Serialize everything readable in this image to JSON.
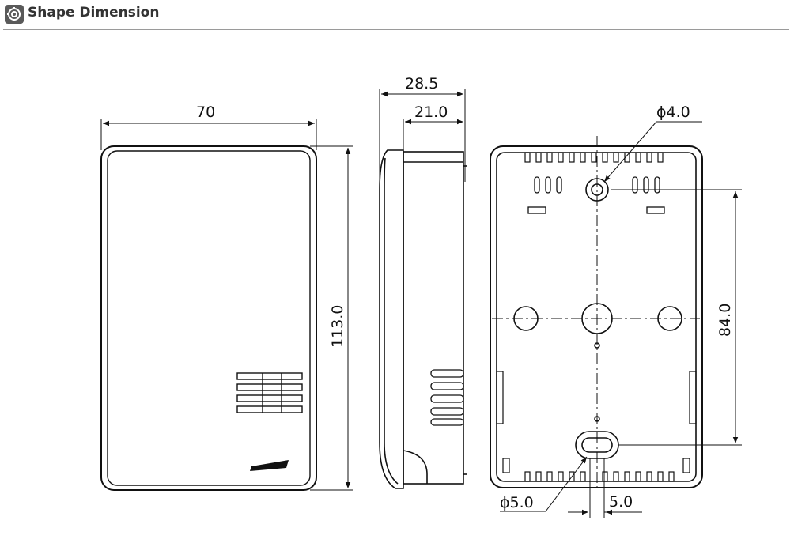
{
  "header": {
    "title": "Shape Dimension",
    "icon": "gear-screen-icon"
  },
  "dimensions": {
    "front_width": "70",
    "front_height": "113.0",
    "side_depth_total": "28.5",
    "side_depth_body": "21.0",
    "back_top_hole": "ϕ4.0",
    "back_hole_spacing": "84.0",
    "back_slot_diameter": "ϕ5.0",
    "back_slot_width": "5.0"
  },
  "colors": {
    "line": "#111111",
    "header_text": "#333333",
    "rule": "#9a9a9a"
  }
}
